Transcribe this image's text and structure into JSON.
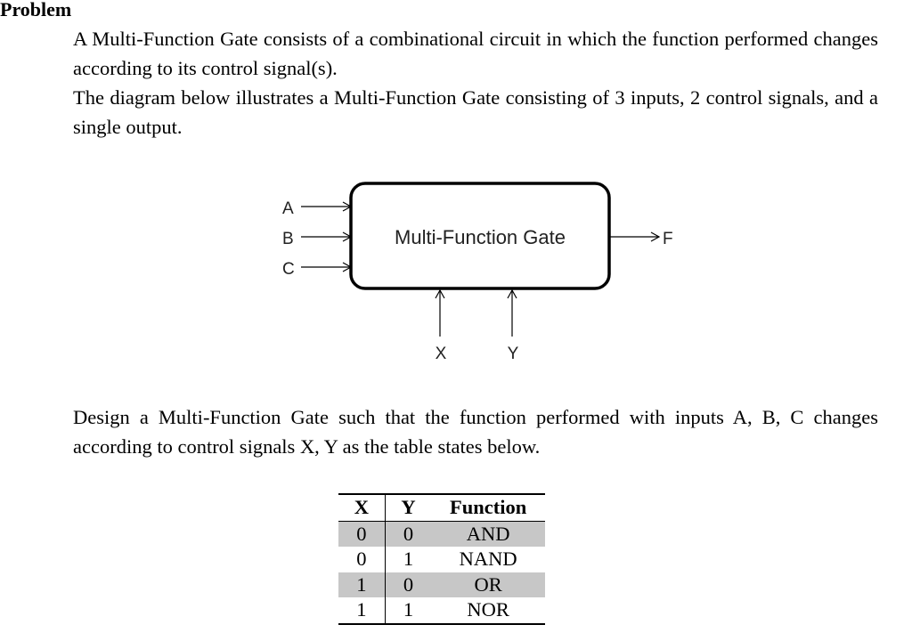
{
  "heading": "Problem",
  "paragraphs": {
    "intro": "A Multi-Function Gate consists of a combinational circuit in which the function performed changes according to its control signal(s).",
    "diagram_desc": "The diagram below illustrates a Multi-Function Gate consisting of 3 inputs, 2 control signals, and a single output.",
    "task": "Design a Multi-Function Gate such that the function performed with inputs A, B, C changes according to control signals X, Y as the table states below."
  },
  "diagram": {
    "block_label": "Multi-Function Gate",
    "inputs": [
      "A",
      "B",
      "C"
    ],
    "controls": [
      "X",
      "Y"
    ],
    "output": "F"
  },
  "table": {
    "headers": [
      "X",
      "Y",
      "Function"
    ],
    "rows": [
      [
        "0",
        "0",
        "AND"
      ],
      [
        "0",
        "1",
        "NAND"
      ],
      [
        "1",
        "0",
        "OR"
      ],
      [
        "1",
        "1",
        "NOR"
      ]
    ],
    "shaded_color": "#c7c7c7"
  }
}
